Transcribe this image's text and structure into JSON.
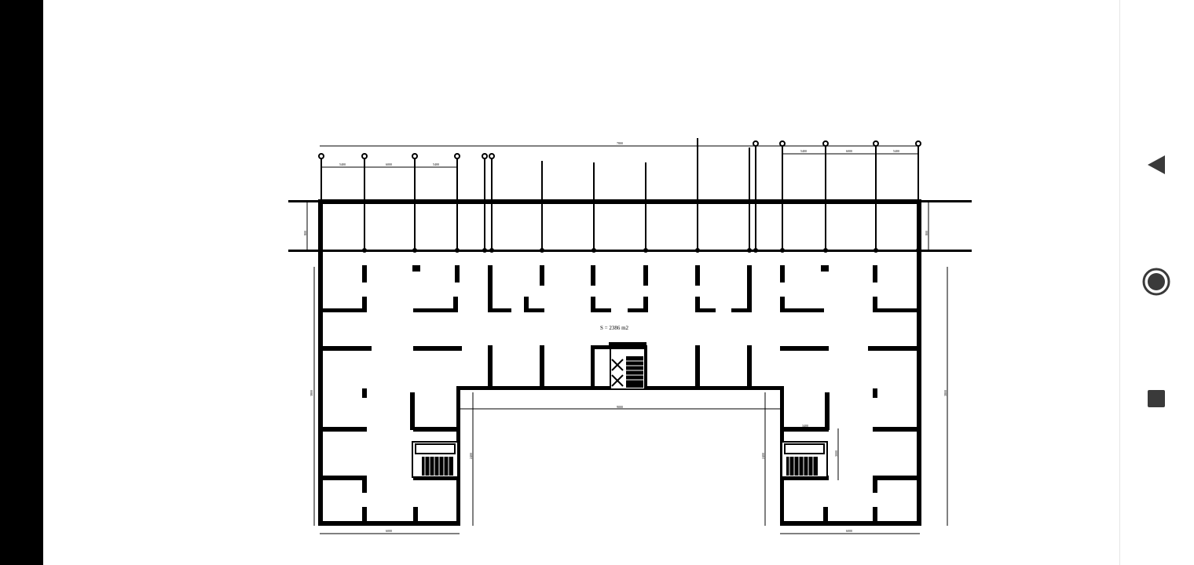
{
  "drawing": {
    "area_label": "S  =  2386 m2",
    "dims": {
      "top_overall": "7800",
      "top_left_1": "5400",
      "top_left_2": "6000",
      "top_left_3": "5400",
      "top_right_1": "5400",
      "top_right_2": "6000",
      "top_right_3": "5400",
      "left_wing_height": "3800",
      "left_inner_height": "2400",
      "left_bottom": "6000",
      "right_bottom": "6000",
      "right_wing_height": "3800",
      "right_inner_height": "2400",
      "courtyard_width": "9000",
      "top_band_left": "800",
      "top_band_right": "800",
      "right_stair_w": "3400",
      "right_stair_h": "3000"
    }
  },
  "navigation": {
    "back_icon": "triangle-left",
    "home_icon": "circle",
    "recents_icon": "square"
  }
}
